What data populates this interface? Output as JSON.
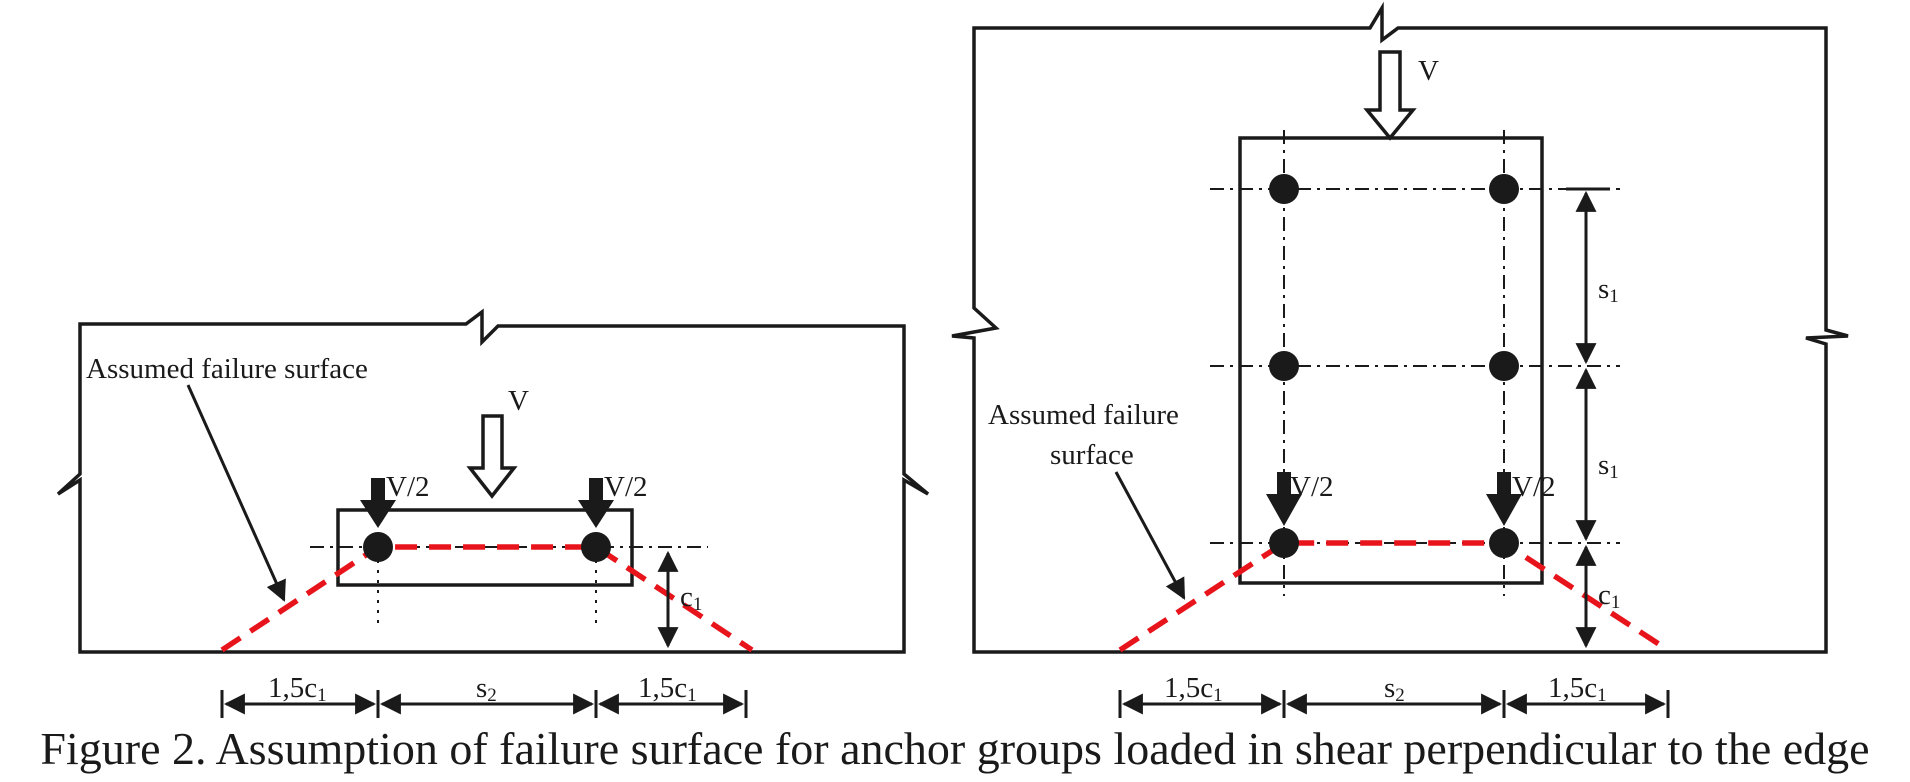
{
  "left_diagram": {
    "failure_label": "Assumed failure surface",
    "load": "V",
    "half_load_left": "V/2",
    "half_load_right": "V/2",
    "edge_dist": "c",
    "edge_dist_sub": "1",
    "dim_left": "1,5c",
    "dim_left_sub": "1",
    "dim_mid": "s",
    "dim_mid_sub": "2",
    "dim_right": "1,5c",
    "dim_right_sub": "1"
  },
  "right_diagram": {
    "failure_label_line1": "Assumed failure",
    "failure_label_line2": "surface",
    "load": "V",
    "half_load_left": "V/2",
    "half_load_right": "V/2",
    "spacing_top": "s",
    "spacing_top_sub": "1",
    "spacing_mid": "s",
    "spacing_mid_sub": "1",
    "edge_dist": "c",
    "edge_dist_sub": "1",
    "dim_left": "1,5c",
    "dim_left_sub": "1",
    "dim_mid": "s",
    "dim_mid_sub": "2",
    "dim_right": "1,5c",
    "dim_right_sub": "1"
  },
  "caption": "Figure 2. Assumption of failure surface for anchor groups loaded in shear perpendicular to the edge",
  "colors": {
    "failure_line": "#e8141c",
    "ink": "#1a1a1a"
  }
}
